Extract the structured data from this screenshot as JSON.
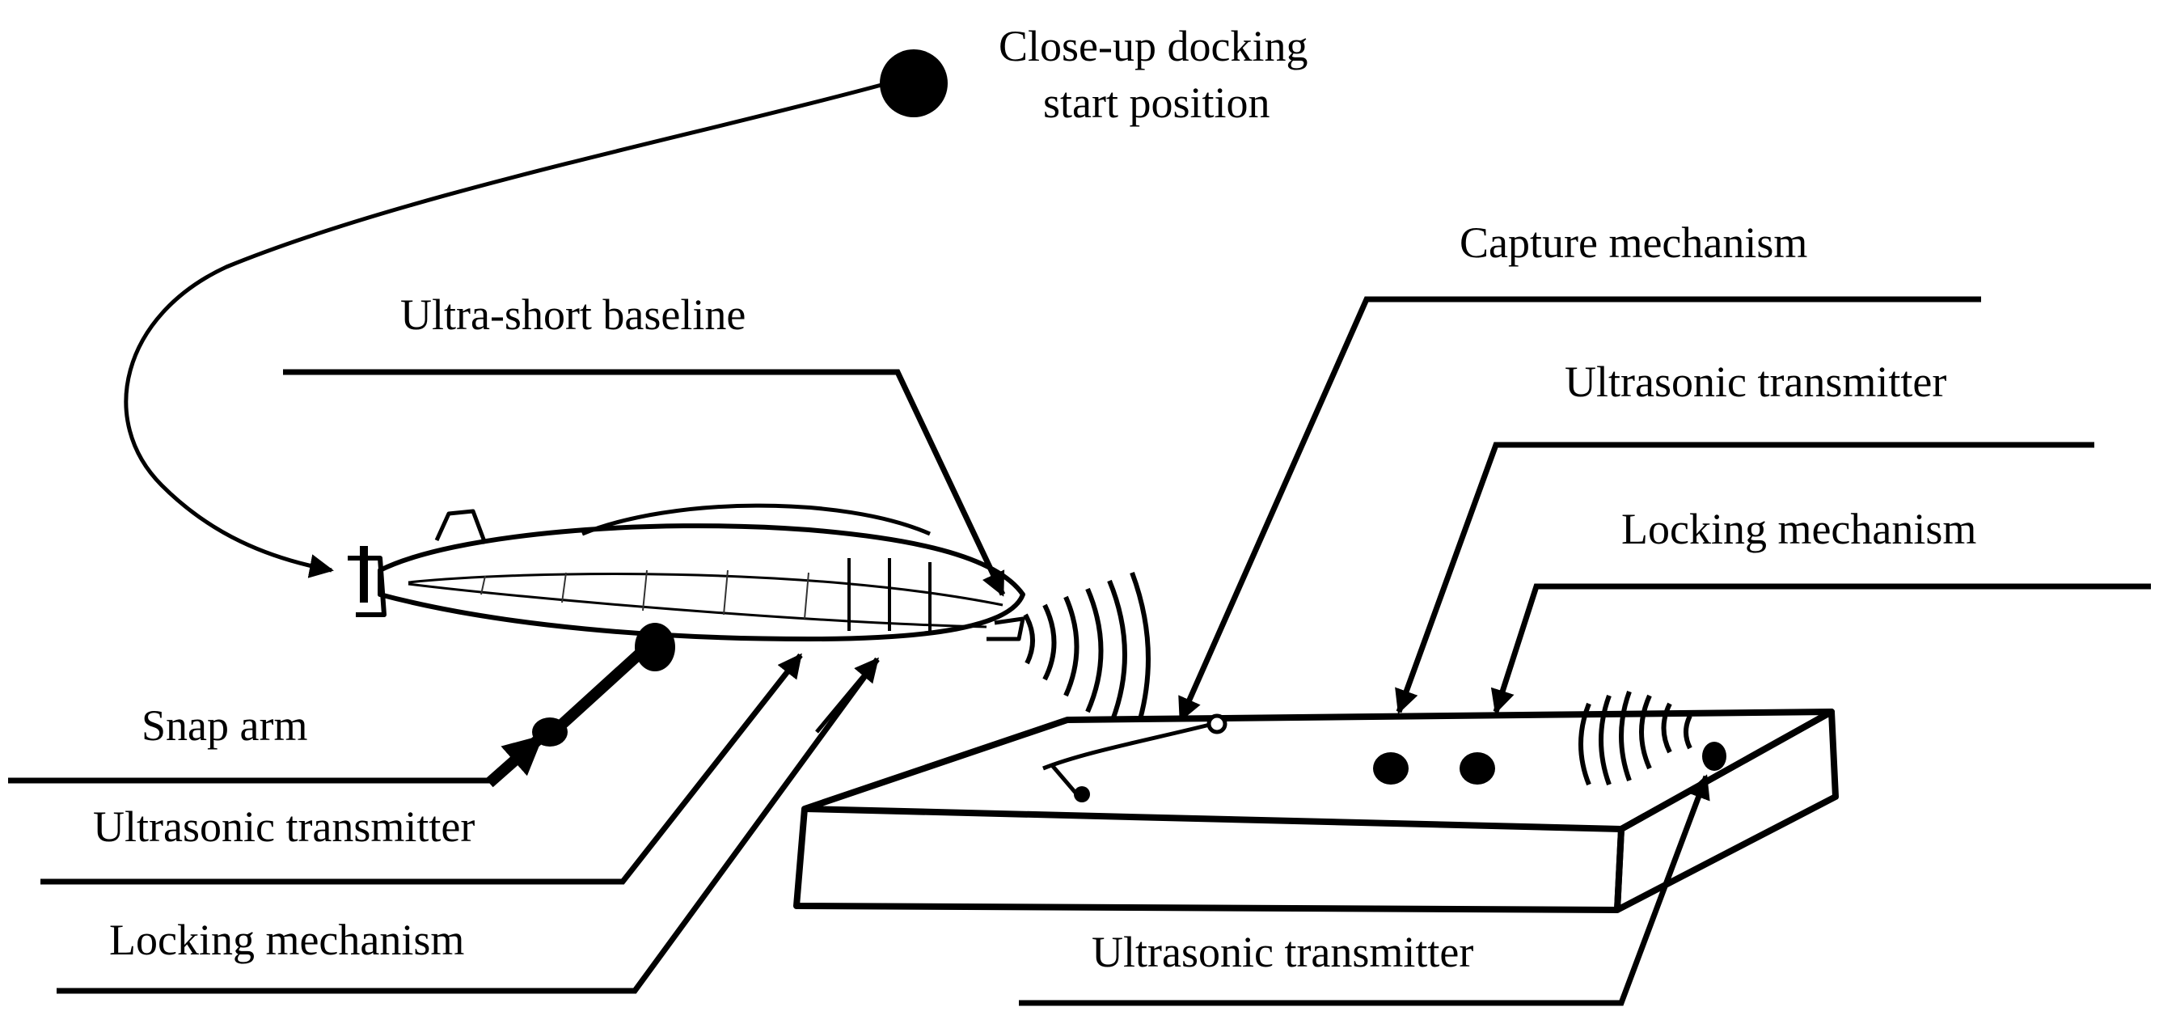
{
  "labels": {
    "start_line1": "Close-up docking",
    "start_line2": "start position",
    "capture": "Capture mechanism",
    "usbl": "Ultra-short baseline",
    "ultrasonic_top": "Ultrasonic transmitter",
    "locking_right": "Locking mechanism",
    "snap_arm": "Snap arm",
    "ultrasonic_left": "Ultrasonic transmitter",
    "locking_left": "Locking mechanism",
    "ultrasonic_bottom": "Ultrasonic transmitter"
  }
}
